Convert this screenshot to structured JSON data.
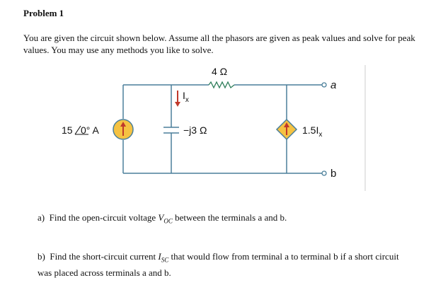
{
  "problem": {
    "title": "Problem 1",
    "intro": "You are given the circuit shown below.  Assume all the phasors are given as peak values and solve for peak values.  You may use any methods you like to solve."
  },
  "circuit": {
    "resistor_label": "4 Ω",
    "source_label": "15",
    "source_angle": "0° A",
    "capacitor_label": "−j3 Ω",
    "dependent_label": "1.5I",
    "dependent_sub": "x",
    "current_label": "I",
    "current_sub": "x",
    "terminal_a": "a",
    "terminal_b": "b"
  },
  "questions": {
    "a_prefix": "a)",
    "a_text_1": "Find the open-circuit voltage ",
    "a_var": "V",
    "a_sub": "OC",
    "a_text_2": " between the terminals a and b.",
    "b_prefix": "b)",
    "b_text_1": "Find the short-circuit current ",
    "b_var": "I",
    "b_sub": "SC",
    "b_text_2": " that would flow from terminal a to terminal b if a short circuit was placed across terminals a and b."
  },
  "colors": {
    "wire": "#4a7f9a",
    "source_fill": "#f5c242",
    "arrow": "#c0392b"
  }
}
